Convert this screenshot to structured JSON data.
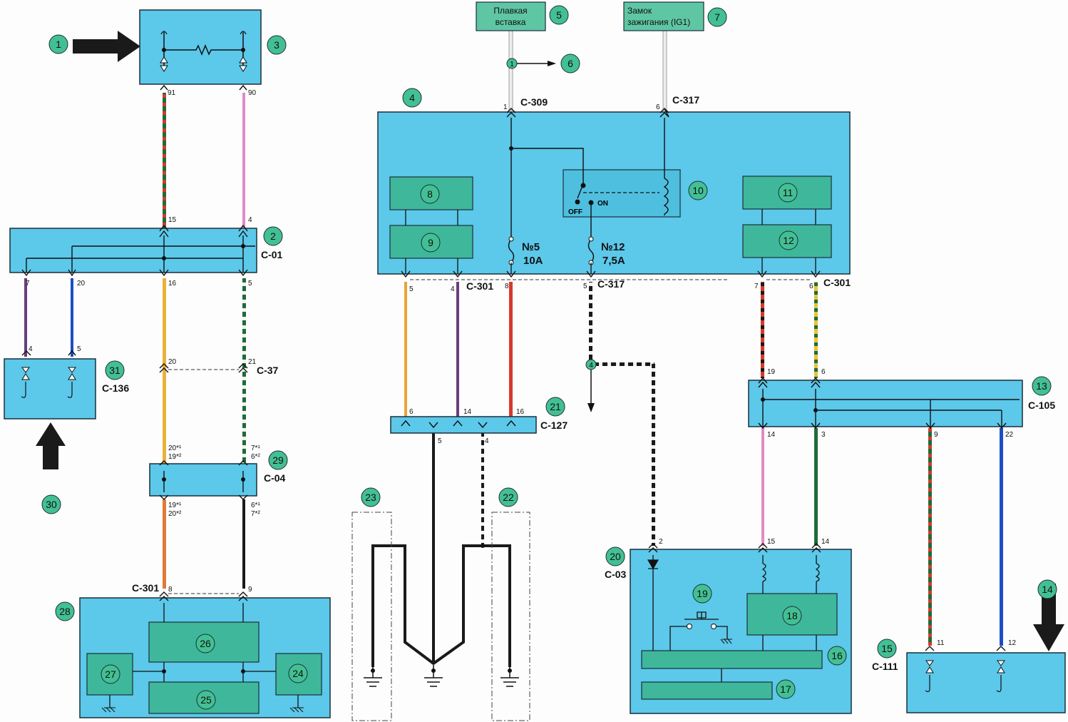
{
  "colors": {
    "module_fill": "#5cc8ea",
    "module_stroke": "#1b2f3a",
    "inner_fill": "#3fb79b",
    "label_fill": "#5fc6a3",
    "callout_fill": "#43c093",
    "wire_orange_yellow": "#e8a53a",
    "wire_violet": "#6a3d7a",
    "wire_red": "#d63a2a",
    "wire_pink": "#e38ac9",
    "wire_blue": "#1c4fc4",
    "wire_green": "#1f6b3a",
    "wire_black": "#1a1a1a"
  },
  "labels": {
    "fusible_link": [
      "Плавкая",
      "вставка"
    ],
    "ignition": [
      "Замок",
      "зажигания (IG1)"
    ]
  },
  "callouts": [
    "1",
    "2",
    "3",
    "4",
    "5",
    "6",
    "7",
    "8",
    "9",
    "10",
    "11",
    "12",
    "13",
    "14",
    "15",
    "16",
    "17",
    "18",
    "19",
    "20",
    "21",
    "22",
    "23",
    "24",
    "25",
    "26",
    "27",
    "28",
    "29",
    "30",
    "31"
  ],
  "connectors": {
    "c309": "C-309",
    "c317a": "C-317",
    "c317b": "C-317",
    "c01": "C-01",
    "c301a": "C-301",
    "c301b": "C-301",
    "c301c": "C-301",
    "c136": "C-136",
    "c37": "C-37",
    "c04": "C-04",
    "c127": "C-127",
    "c105": "C-105",
    "c03": "C-03",
    "c111": "C-111"
  },
  "fuses": {
    "f5_num": "№5",
    "f5_amp": "10A",
    "f12_num": "№12",
    "f12_amp": "7,5A"
  },
  "relay": {
    "off": "OFF",
    "on": "ON"
  },
  "pins": {
    "p91": "91",
    "p90": "90",
    "p15": "15",
    "p4a": "4",
    "p7": "7",
    "p20a": "20",
    "p16a": "16",
    "p5a": "5",
    "p4b": "4",
    "p5b": "5",
    "p20b": "20",
    "p21": "21",
    "p20s1": "20*¹",
    "p19s2": "19*²",
    "p7s1": "7*¹",
    "p6s2": "6*²",
    "p19s1": "19*¹",
    "p20s2": "20*²",
    "p6s1": "6*¹",
    "p7s2": "7*²",
    "p8a": "8",
    "p9": "9",
    "p1": "1",
    "p6a": "6",
    "p5c": "5",
    "p4c": "4",
    "p8b": "8",
    "p5d": "5",
    "p7b": "7",
    "p6b": "6",
    "p6c": "6",
    "p14a": "14",
    "p16b": "16",
    "p5e": "5",
    "p4d": "4",
    "p19a": "19",
    "p6d": "6",
    "p14b": "14",
    "p3": "3",
    "p9b": "9",
    "p22": "22",
    "p2": "2",
    "p15b": "15",
    "p14c": "14",
    "p11": "11",
    "p12": "12",
    "splice1": "1",
    "splice4": "4"
  }
}
